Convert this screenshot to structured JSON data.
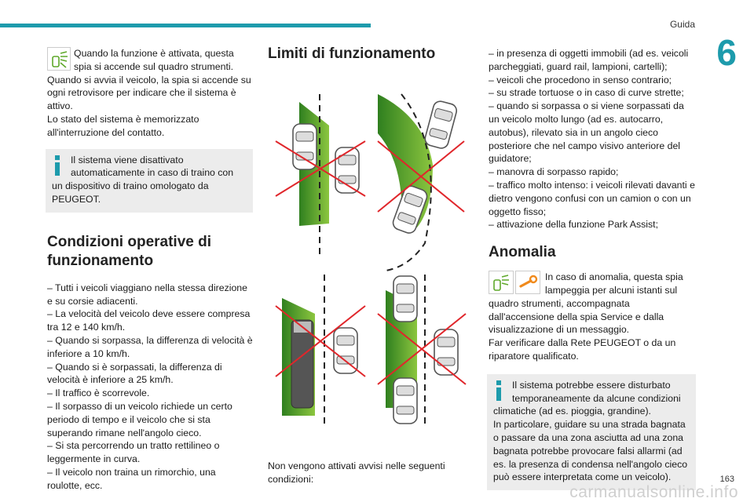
{
  "header": {
    "section": "Guida",
    "chapter": "6",
    "page": "163"
  },
  "col1": {
    "warn_text1": "Quando la funzione è attivata, questa spia si accende sul quadro strumenti.",
    "warn_text2": "Quando si avvia il veicolo, la spia si accende su ogni retrovisore per indicare che il sistema è attivo.",
    "warn_text3": "Lo stato del sistema è memorizzato all'interruzione del contatto.",
    "info_text": "Il sistema viene disattivato automaticamente in caso di traino con un dispositivo di traino omologato da PEUGEOT.",
    "cond_title": "Condizioni operative di funzionamento",
    "conditions": [
      "–  Tutti i veicoli viaggiano nella stessa direzione e su corsie adiacenti.",
      "–  La velocità del veicolo deve essere compresa tra 12 e 140 km/h.",
      "–  Quando si sorpassa, la differenza di velocità è inferiore a 10 km/h.",
      "–  Quando si è sorpassati, la differenza di velocità è inferiore a 25 km/h.",
      "–  Il traffico è scorrevole.",
      "–  Il sorpasso di un veicolo richiede un certo periodo di tempo e il veicolo che si sta superando rimane nell'angolo cieco.",
      "–  Si sta percorrendo un tratto rettilineo o leggermente in curva.",
      "–  Il veicolo non traina un rimorchio, una roulotte, ecc."
    ]
  },
  "col2": {
    "title": "Limiti di funzionamento",
    "caption": "Non vengono attivati avvisi nelle seguenti condizioni:"
  },
  "col3": {
    "limits": [
      "–  in presenza di oggetti immobili (ad es. veicoli parcheggiati, guard rail, lampioni, cartelli);",
      "–  veicoli che procedono in senso contrario;",
      "–  su strade tortuose o in caso di curve strette;",
      "–  quando si sorpassa o si viene sorpassati da un veicolo molto lungo (ad es. autocarro, autobus), rilevato sia in un angolo cieco posteriore che nel campo visivo anteriore del guidatore;",
      "–  manovra di sorpasso rapido;",
      "–  traffico molto intenso: i veicoli rilevati davanti e dietro vengono confusi con un camion o con un oggetto fisso;",
      "–  attivazione della funzione Park Assist;"
    ],
    "anom_title": "Anomalia",
    "anom_text1": "In caso di anomalia, questa spia lampeggia per alcuni istanti sul quadro strumenti, accompagnata dall'accensione della spia Service e dalla visualizzazione di un messaggio.",
    "anom_text2": "Far verificare dalla Rete PEUGEOT o da un riparatore qualificato.",
    "info_text1": "Il sistema potrebbe essere disturbato temporaneamente da alcune condizioni climatiche (ad es. pioggia, grandine).",
    "info_text2": "In particolare, guidare su una strada bagnata o passare da una zona asciutta ad una zona bagnata potrebbe provocare falsi allarmi (ad es. la presenza di condensa nell'angolo cieco può essere interpretata come un veicolo)."
  },
  "watermark": "carmanualsonline.info",
  "colors": {
    "accent": "#1d9bac",
    "green": "#5fa82a",
    "red": "#e0262b",
    "info_bg": "#ececec"
  }
}
